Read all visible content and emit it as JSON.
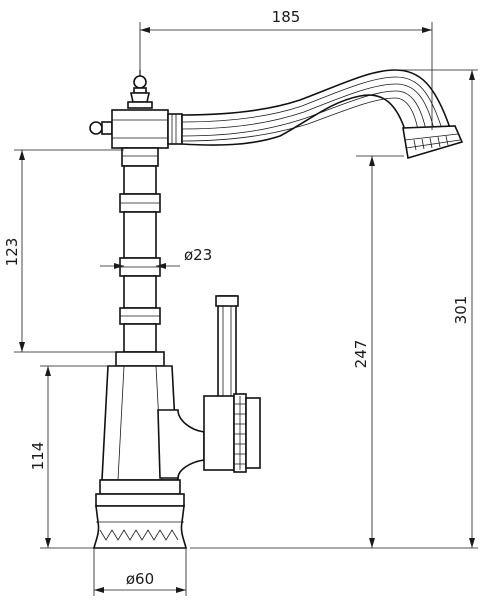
{
  "dimensions": {
    "spout_reach": "185",
    "total_height": "301",
    "spout_outlet_height": "247",
    "column_height": "123",
    "column_diameter": "ø23",
    "base_height": "114",
    "base_diameter": "ø60"
  }
}
